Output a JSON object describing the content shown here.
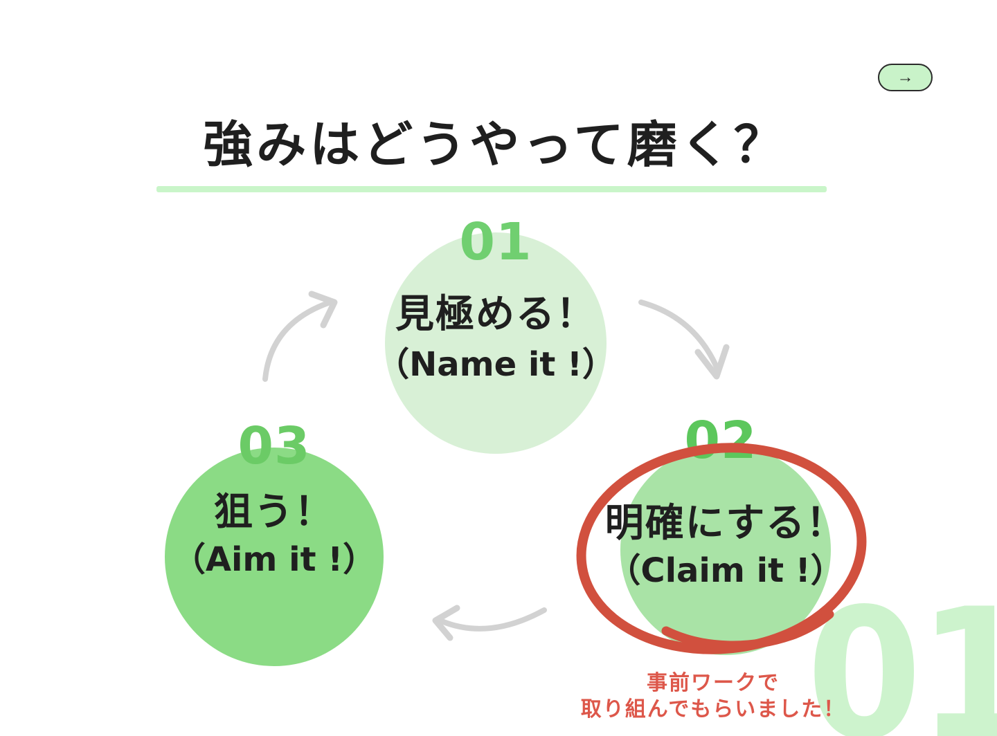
{
  "slide": {
    "title": "強みはどうやって磨く？"
  },
  "nav": {
    "next_arrow": "→"
  },
  "cycle": {
    "steps": [
      {
        "number": "01",
        "label": "見極める！",
        "sublabel": "（Name it !）"
      },
      {
        "number": "02",
        "label": "明確にする！",
        "sublabel": "（Claim it !）",
        "highlighted": true
      },
      {
        "number": "03",
        "label": "狙う！",
        "sublabel": "（Aim it !）"
      }
    ]
  },
  "note": {
    "line1": "事前ワークで",
    "line2": "取り組んでもらいました！"
  },
  "watermark": {
    "text": "01"
  },
  "colors": {
    "step1_circle": "#d8f0d6",
    "step1_number": "#70cf70",
    "step2_circle": "#a9e3a6",
    "step2_number": "#5cc75c",
    "step3_circle": "#8bdb85",
    "step3_number": "#6bcb66",
    "highlight_red": "#d1503e",
    "note_red": "#dd574a",
    "arrow_gray": "#d2d2d2",
    "underline_green": "#c9f5c9",
    "button_fill": "#c9f3c9",
    "watermark_green": "#cdf3cd",
    "text_black": "#1f1f1f"
  }
}
